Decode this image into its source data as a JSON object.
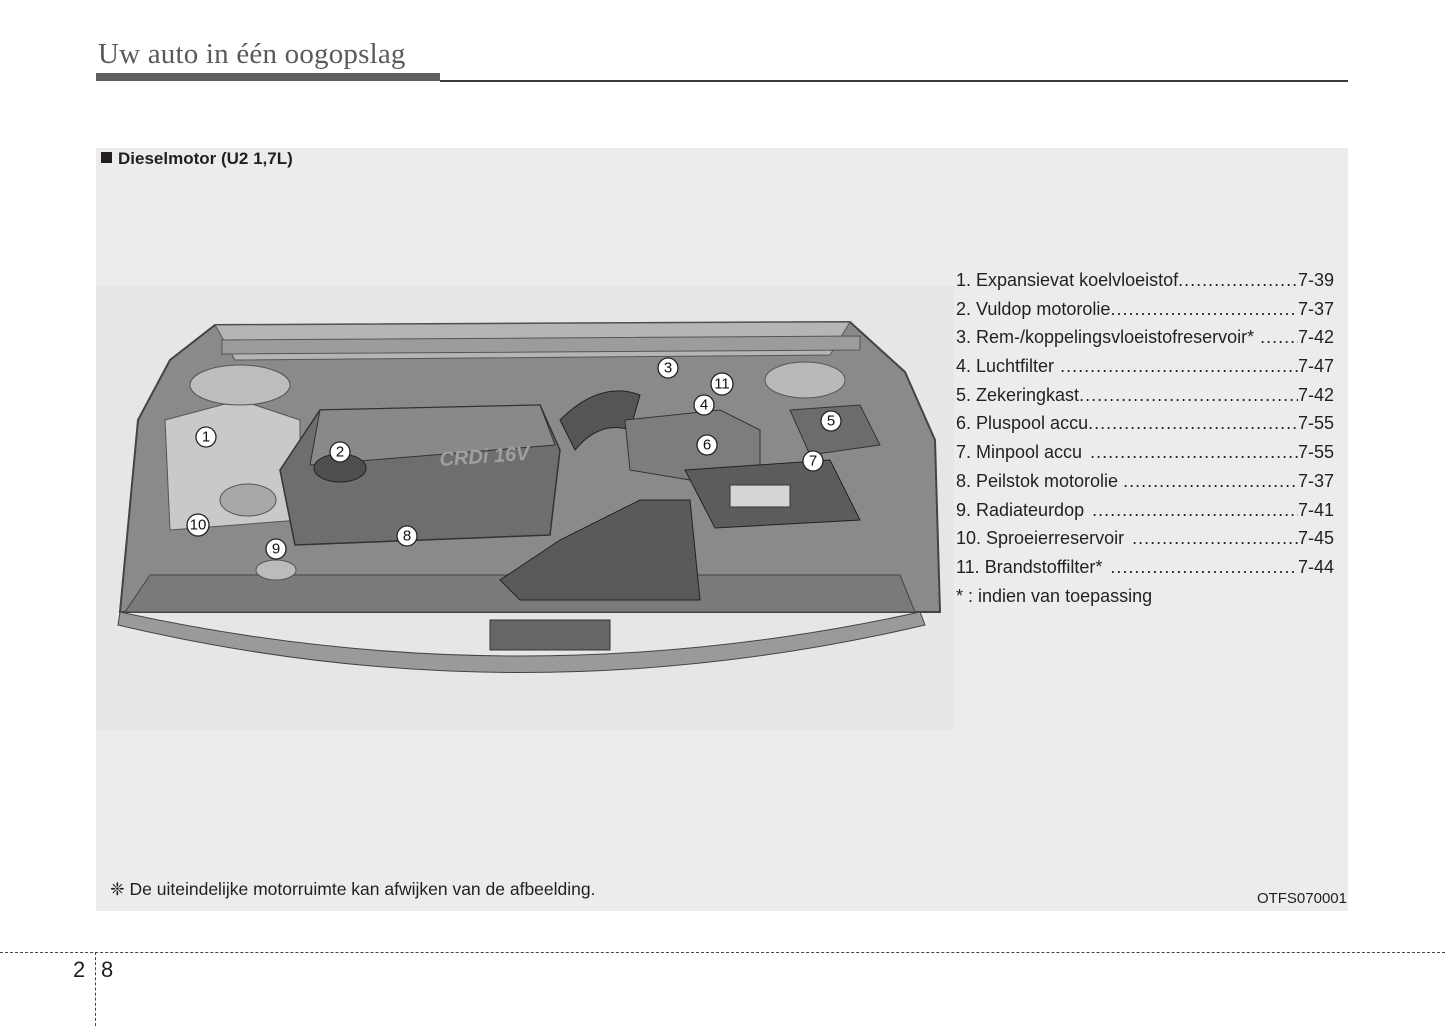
{
  "header": {
    "title": "Uw auto in één oogopslag"
  },
  "section": {
    "title": "Dieselmotor (U2 1,7L)"
  },
  "illustration": {
    "engine_cover_text": "CRDi 16V",
    "callouts": [
      "1",
      "2",
      "3",
      "4",
      "5",
      "6",
      "7",
      "8",
      "9",
      "10",
      "11"
    ]
  },
  "legend": [
    {
      "label": "1. Expansievat koelvloeistof",
      "page": "7-39"
    },
    {
      "label": "2. Vuldop motorolie",
      "page": "7-37"
    },
    {
      "label": "3. Rem-/koppelingsvloeistofreservoir*",
      "page": "7-42"
    },
    {
      "label": "4. Luchtfilter",
      "page": "7-47"
    },
    {
      "label": "5. Zekeringkast",
      "page": "7-42"
    },
    {
      "label": "6. Pluspool accu",
      "page": "7-55"
    },
    {
      "label": "7. Minpool accu",
      "page": "7-55"
    },
    {
      "label": "8. Peilstok motorolie",
      "page": "7-37"
    },
    {
      "label": "9. Radiateurdop",
      "page": "7-41"
    },
    {
      "label": "10. Sproeierreservoir",
      "page": "7-45"
    },
    {
      "label": "11. Brandstoffilter*",
      "page": "7-44"
    }
  ],
  "footnote_asterisk": "* : indien van toepassing",
  "note": "❈ De uiteindelijke motorruimte kan afwijken van de afbeelding.",
  "figure_code": "OTFS070001",
  "page_number": {
    "chapter": "2",
    "page": "8"
  }
}
